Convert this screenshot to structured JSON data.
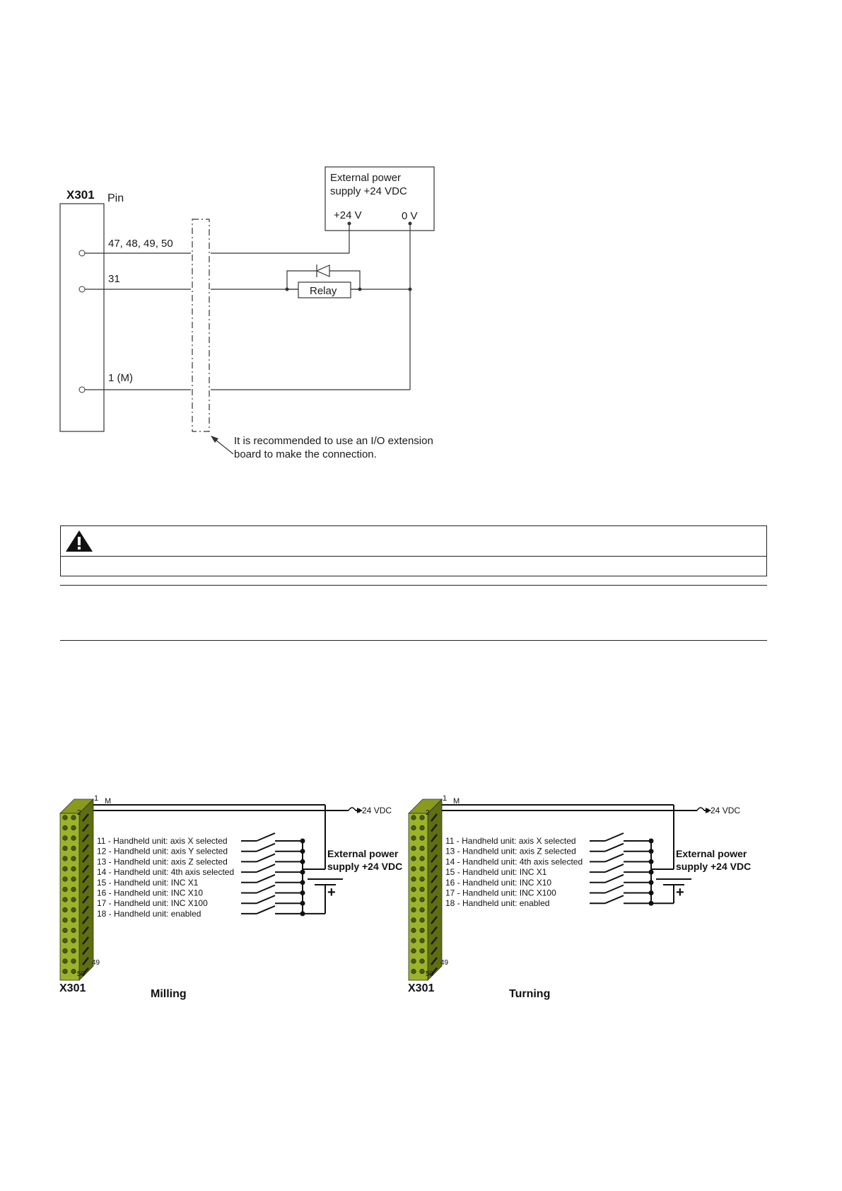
{
  "relay_diagram": {
    "connector_label": "X301",
    "pin_header": "Pin",
    "pins": {
      "supply": "47, 48, 49, 50",
      "relay": "31",
      "ground": "1 (M)"
    },
    "power_supply_line1": "External power",
    "power_supply_line2": "supply +24 VDC",
    "plus_terminal": "+24 V",
    "zero_terminal": "0 V",
    "relay_label": "Relay",
    "note_line1": "It is recommended to use an I/O extension",
    "note_line2": "board to make the connection."
  },
  "warning_box": {
    "icon": "warning-triangle-icon"
  },
  "handheld_diagrams": [
    {
      "connector_label": "X301",
      "caption": "Milling",
      "pin_top": "1",
      "m_label": "M",
      "pin_2": "2",
      "pin_49": "49",
      "pin_50": "50",
      "supply_voltage": "+24 VDC",
      "supply_line1": "External power",
      "supply_line2": "supply +24 VDC",
      "plus_sign": "+",
      "inputs": [
        "11 - Handheld unit: axis X selected",
        "12 - Handheld unit: axis Y selected",
        "13 - Handheld unit: axis Z selected",
        "14 - Handheld unit: 4th axis selected",
        "15 - Handheld unit: INC X1",
        "16 - Handheld unit: INC X10",
        "17 - Handheld unit: INC X100",
        "18 - Handheld unit: enabled"
      ]
    },
    {
      "connector_label": "X301",
      "caption": "Turning",
      "pin_top": "1",
      "m_label": "M",
      "pin_2": "2",
      "pin_49": "49",
      "pin_50": "50",
      "supply_voltage": "+24 VDC",
      "supply_line1": "External power",
      "supply_line2": "supply +24 VDC",
      "plus_sign": "+",
      "inputs": [
        "11 - Handheld unit: axis X selected",
        "13 - Handheld unit: axis Z selected",
        "14 - Handheld unit: 4th axis selected",
        "15 - Handheld unit: INC X1",
        "16 - Handheld unit: INC X10",
        "17 - Handheld unit: INC X100",
        "18 - Handheld unit: enabled"
      ]
    }
  ]
}
